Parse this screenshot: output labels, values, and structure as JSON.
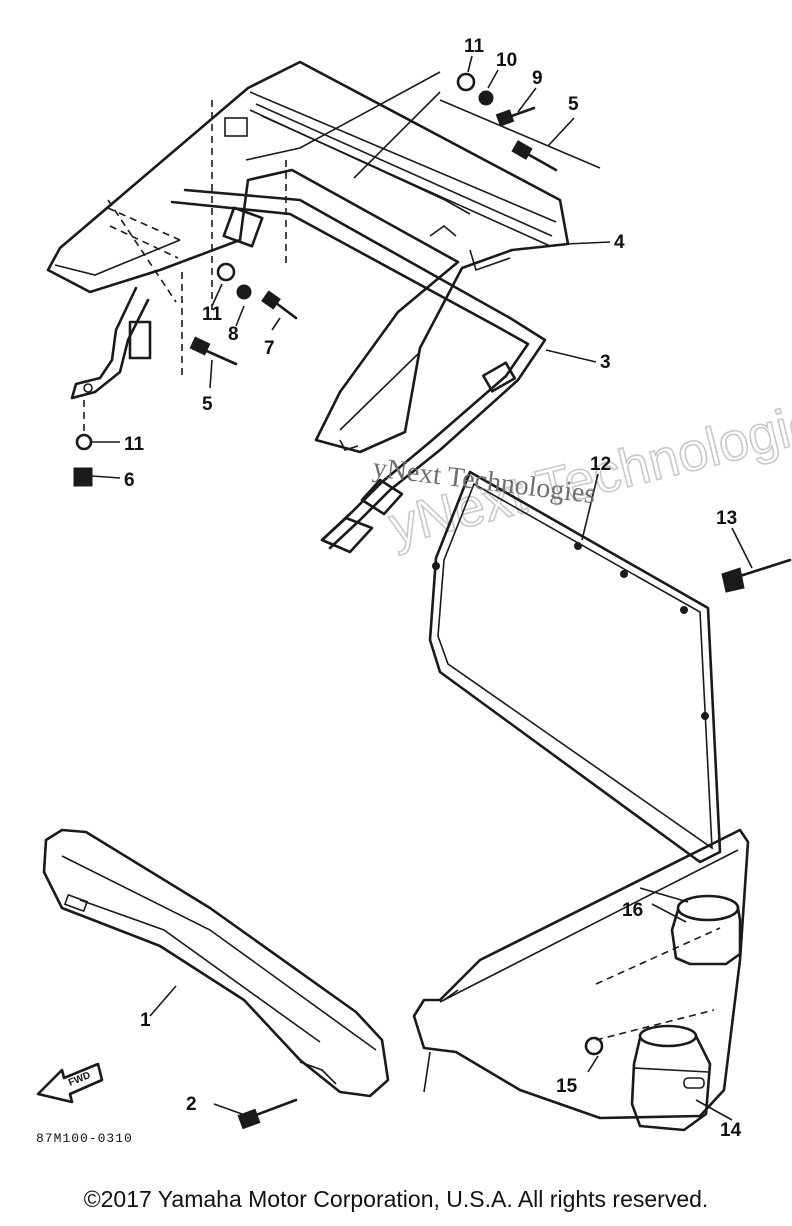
{
  "diagram": {
    "callouts": [
      "1",
      "2",
      "3",
      "4",
      "5",
      "5",
      "6",
      "7",
      "8",
      "9",
      "10",
      "11",
      "11",
      "11",
      "12",
      "13",
      "14",
      "15",
      "16"
    ],
    "diagram_code": "87M100-0310",
    "fwd_label": "FWD",
    "watermark_outline": "yNext Technologies",
    "watermark_text": "yNext Technologies"
  },
  "footer": {
    "copyright": "©2017 Yamaha Motor Corporation, U.S.A. All rights reserved."
  }
}
